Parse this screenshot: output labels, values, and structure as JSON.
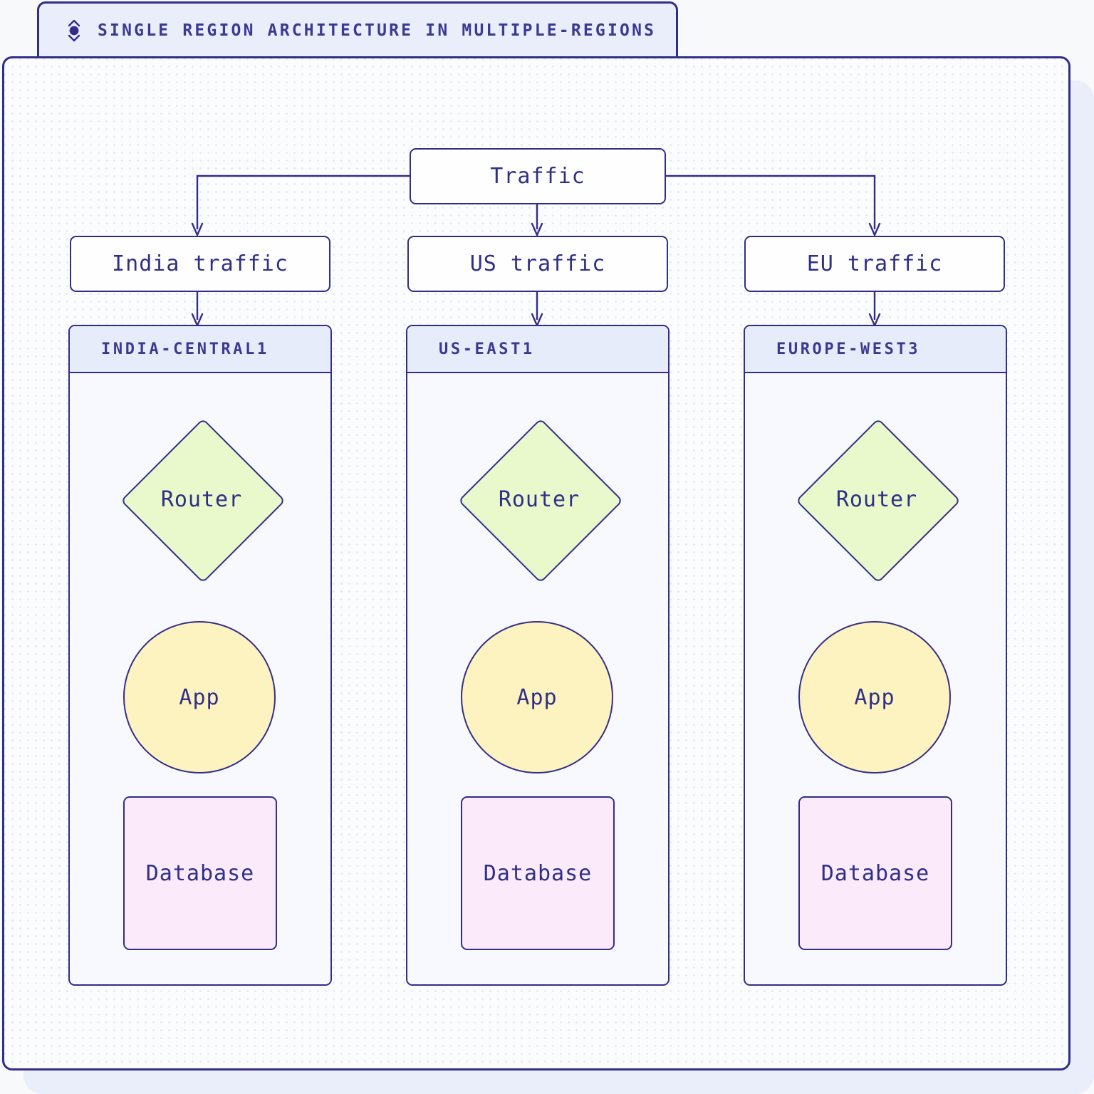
{
  "tab": {
    "icon": "node-circle-icon",
    "title": "SINGLE REGION ARCHITECTURE IN MULTIPLE-REGIONS"
  },
  "diagram": {
    "root": {
      "label": "Traffic"
    },
    "splits": [
      {
        "label": "India traffic"
      },
      {
        "label": "US traffic"
      },
      {
        "label": "EU traffic"
      }
    ],
    "regions": [
      {
        "header": "INDIA-CENTRAL1",
        "router": "Router",
        "app": "App",
        "database": "Database"
      },
      {
        "header": "US-EAST1",
        "router": "Router",
        "app": "App",
        "database": "Database"
      },
      {
        "header": "EUROPE-WEST3",
        "router": "Router",
        "app": "App",
        "database": "Database"
      }
    ]
  },
  "colors": {
    "stroke": "#332d89",
    "text": "#2f2f86",
    "header_text": "#3b3990",
    "router_fill": "#e9f9cb",
    "app_fill": "#fdf3c0",
    "db_fill": "#fbeafa",
    "region_header_fill": "#e7ecfa",
    "region_body_fill": "#f7f9fe",
    "canvas_fill": "#fbfcfd",
    "page_fill": "#f8f9fa",
    "panel_fill": "#eaeefb"
  }
}
